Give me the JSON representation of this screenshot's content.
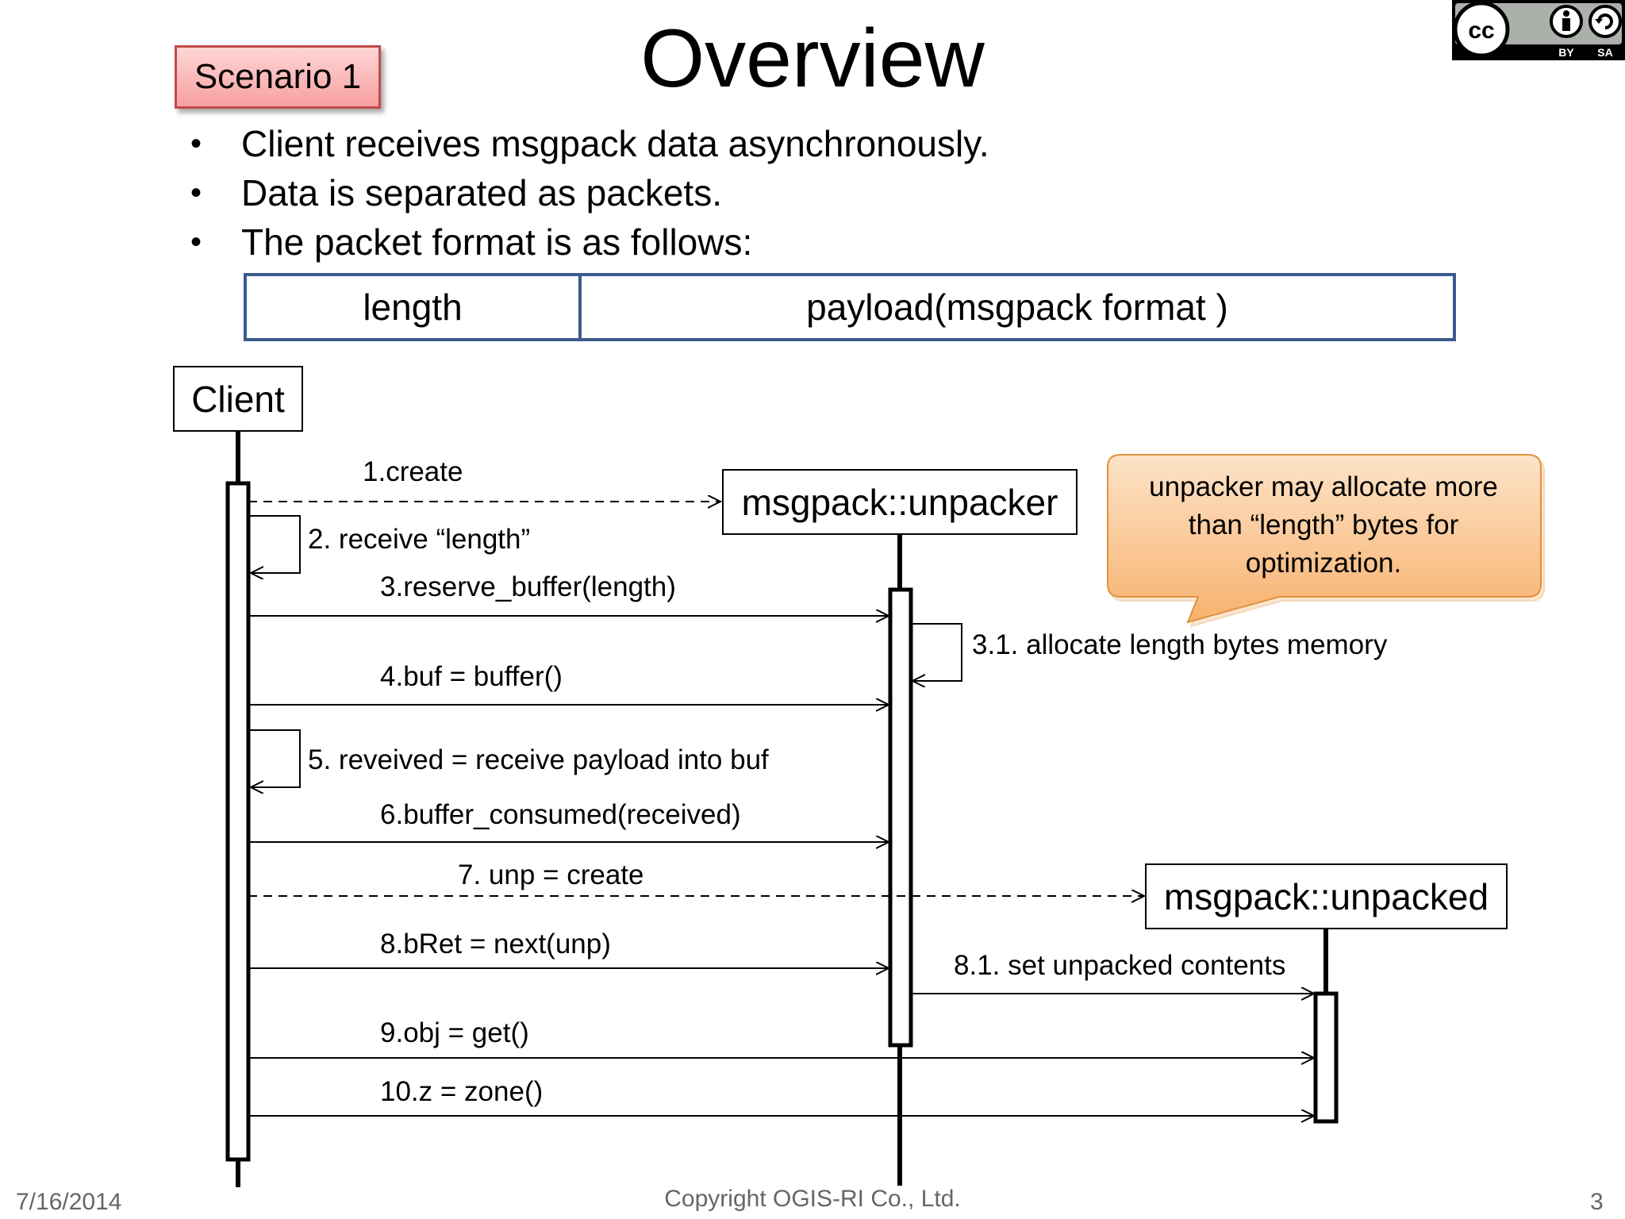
{
  "slide": {
    "title": "Overview",
    "scenario_label": "Scenario 1",
    "bullets": [
      "Client receives msgpack data asynchronously.",
      "Data is separated as packets.",
      "The packet format is as follows:"
    ],
    "packet": {
      "length": "length",
      "payload": "payload(msgpack format )"
    },
    "license_badge": {
      "left": "BY",
      "right": "SA"
    }
  },
  "diagram": {
    "participants": {
      "client": "Client",
      "unpacker": "msgpack::unpacker",
      "unpacked": "msgpack::unpacked"
    },
    "messages": {
      "m1": "1.create",
      "m2": "2. receive “length”",
      "m3": "3.reserve_buffer(length)",
      "m3_1": "3.1. allocate length bytes memory",
      "m4": "4.buf = buffer()",
      "m5": "5. reveived = receive payload into buf",
      "m6": "6.buffer_consumed(received)",
      "m7": "7. unp = create",
      "m8": "8.bRet = next(unp)",
      "m8_1": "8.1. set unpacked contents",
      "m9": "9.obj = get()",
      "m10": "10.z = zone()"
    },
    "note": {
      "line1": "unpacker may allocate more",
      "line2": "than “length” bytes for",
      "line3": "optimization."
    }
  },
  "footer": {
    "date": "7/16/2014",
    "copyright": "Copyright OGIS-RI Co., Ltd.",
    "page": "3"
  }
}
